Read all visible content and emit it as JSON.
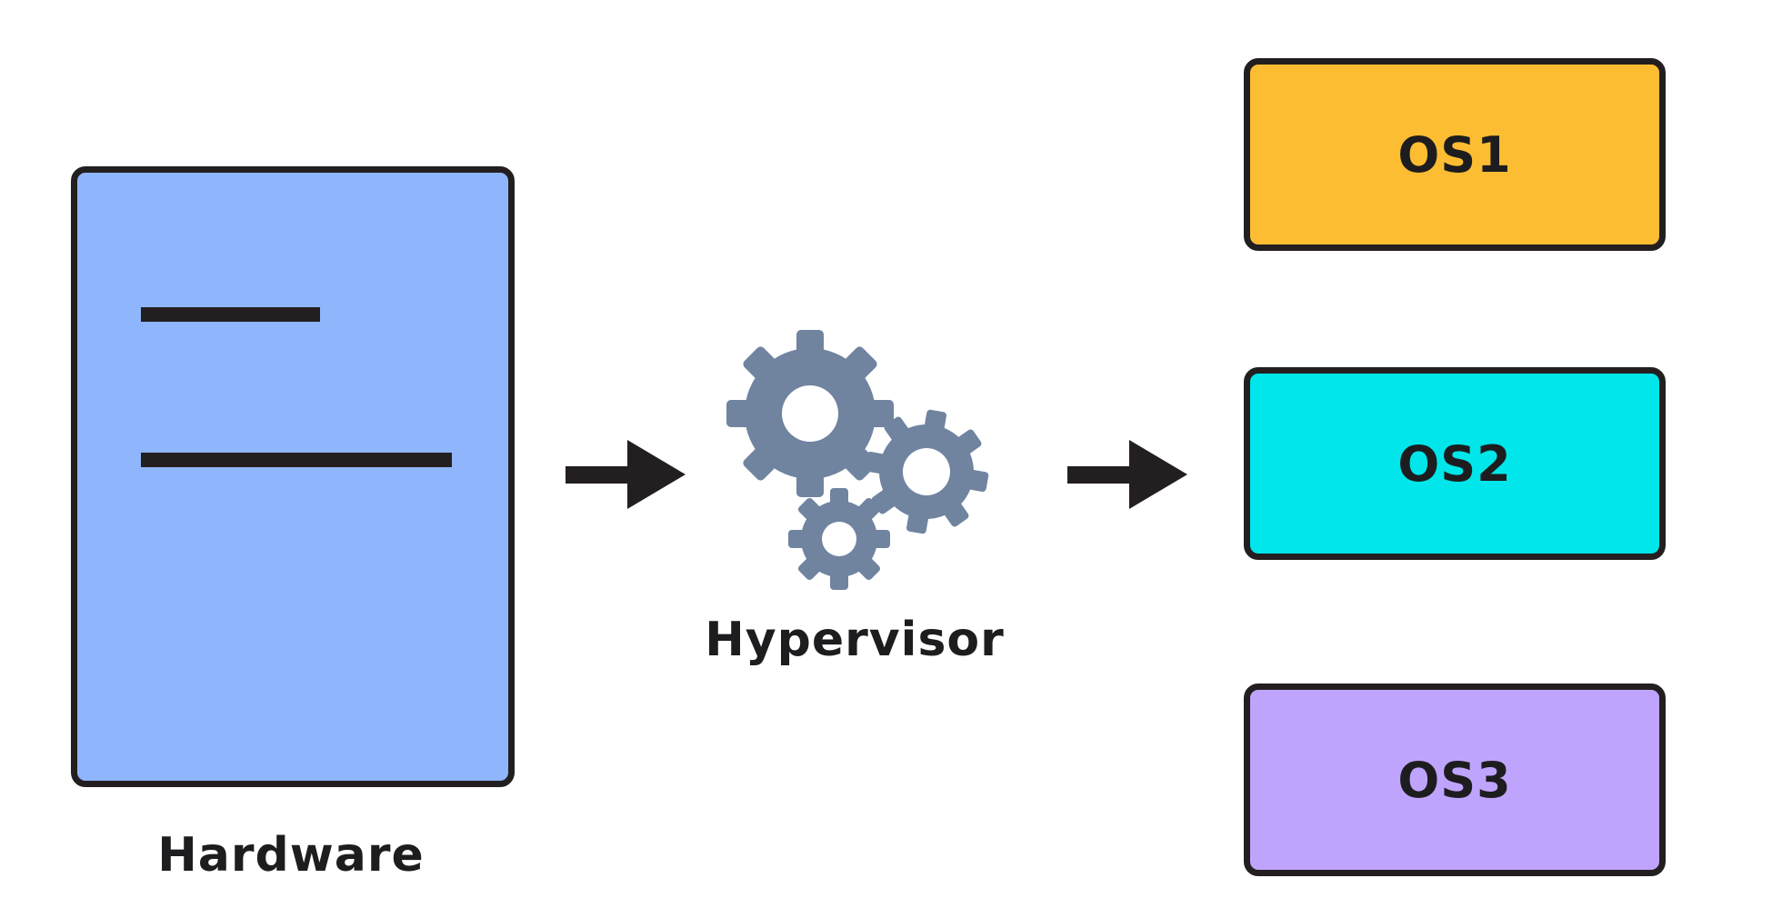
{
  "hardware": {
    "label": "Hardware",
    "fill_color": "#8fb5fc",
    "icon": "server-document-icon"
  },
  "hypervisor": {
    "label": "Hypervisor",
    "icon": "gears-icon",
    "icon_color": "#7084a0"
  },
  "arrows": [
    {
      "name": "hardware-to-hypervisor",
      "icon": "right-arrow-icon"
    },
    {
      "name": "hypervisor-to-os",
      "icon": "right-arrow-icon"
    }
  ],
  "operating_systems": [
    {
      "label": "OS1",
      "fill_color": "#fdbd32"
    },
    {
      "label": "OS2",
      "fill_color": "#00e6ea"
    },
    {
      "label": "OS3",
      "fill_color": "#bfa4fd"
    }
  ],
  "colors": {
    "outline": "#231f20",
    "text": "#1d1d1f",
    "background": "#ffffff"
  }
}
